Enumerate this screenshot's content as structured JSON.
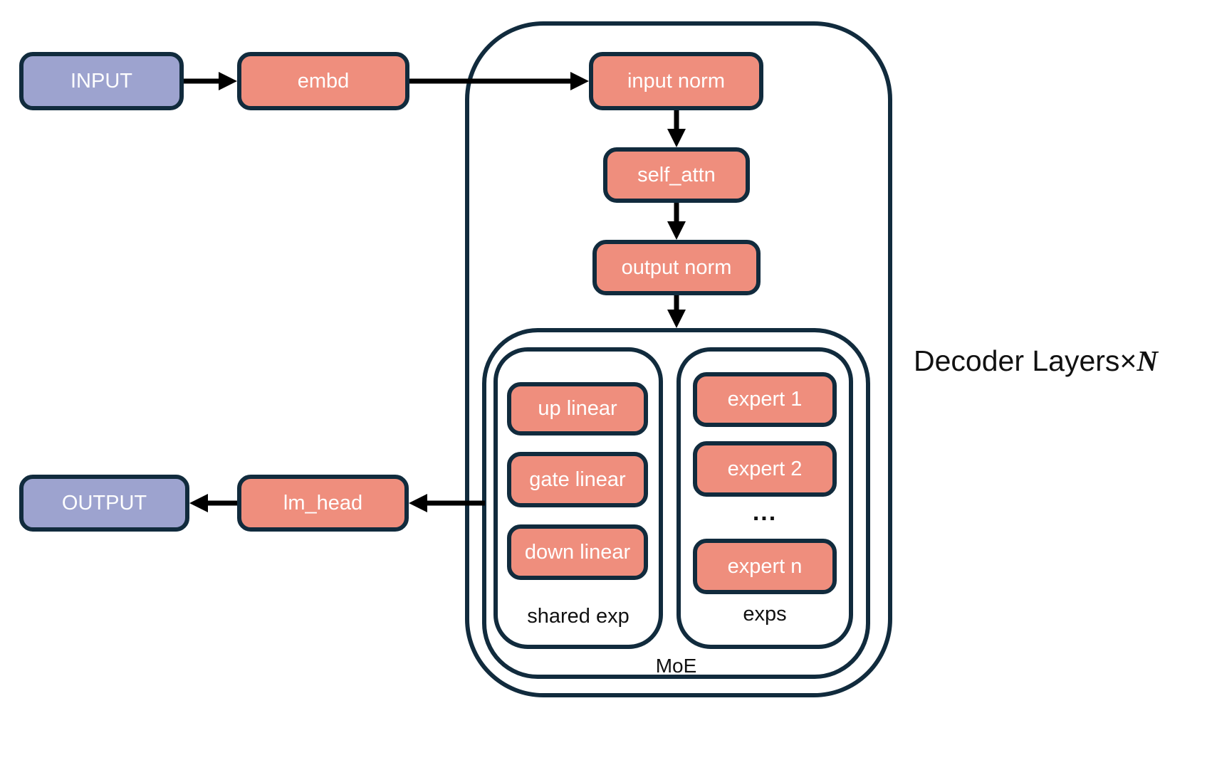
{
  "diagram": {
    "io_nodes": {
      "input": "INPUT",
      "output": "OUTPUT"
    },
    "nodes": {
      "embd": "embd",
      "input_norm": "input norm",
      "self_attn": "self_attn",
      "output_norm": "output norm",
      "up_linear": "up linear",
      "gate_linear": "gate linear",
      "down_linear": "down linear",
      "expert_1": "expert 1",
      "expert_2": "expert 2",
      "ellipsis": "...",
      "expert_n": "expert n",
      "lm_head": "lm_head"
    },
    "containers": {
      "shared_exp_label": "shared exp",
      "exps_label": "exps",
      "moe_label": "MoE"
    },
    "annotation": {
      "decoder_layers": "Decoder Layers×",
      "n": "N"
    },
    "colors": {
      "node_fill": "#EF8E7D",
      "io_fill": "#9DA3CF",
      "outline": "#112B3D",
      "arrow": "#000000",
      "node_text": "#FFFFFF",
      "label_text": "#111111",
      "background": "#FFFFFF"
    }
  }
}
